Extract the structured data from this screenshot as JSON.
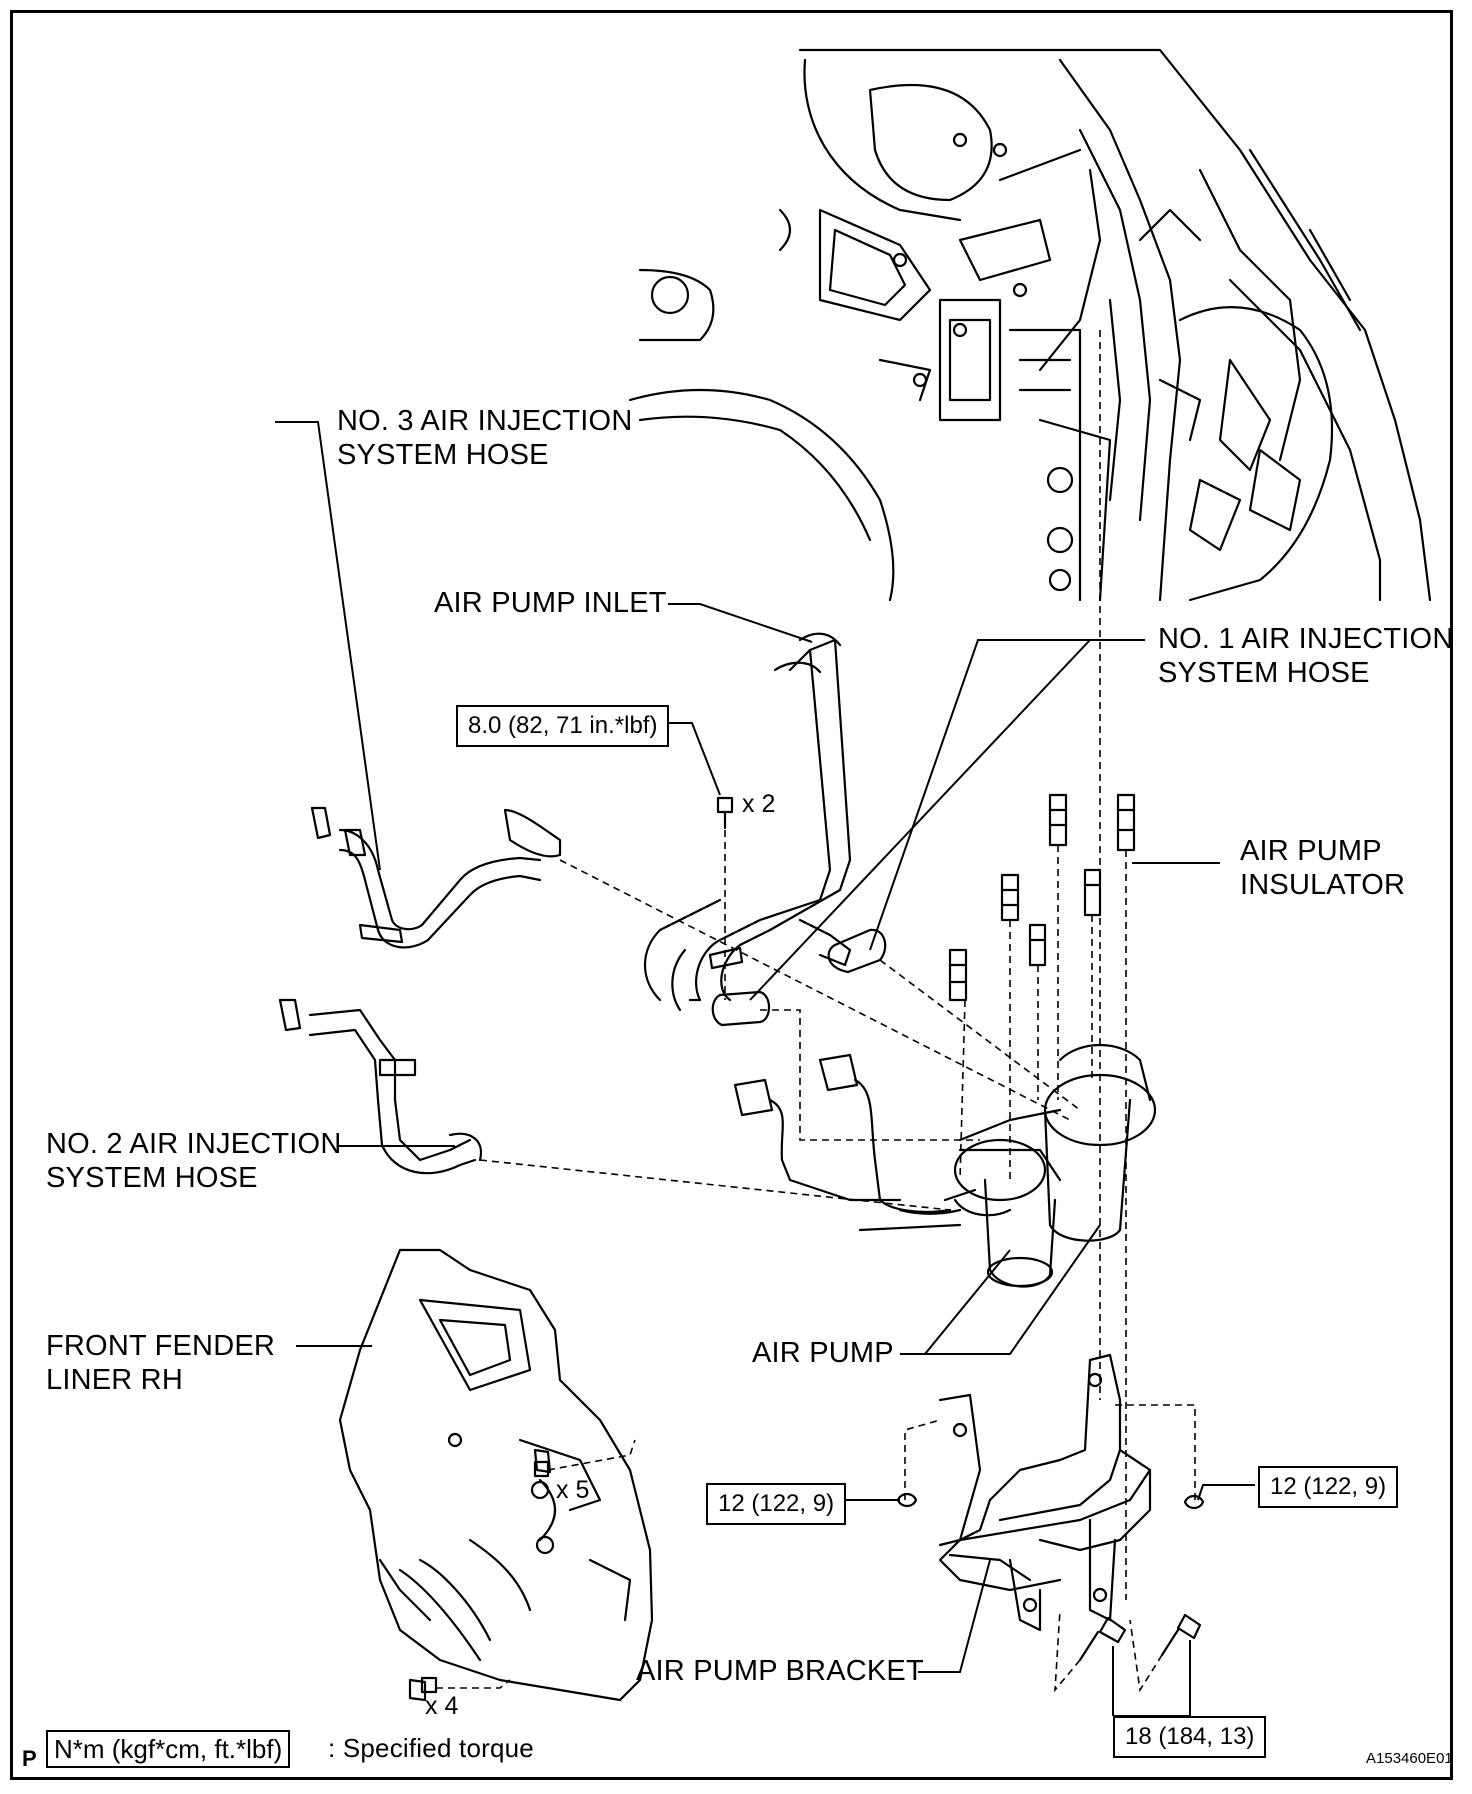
{
  "labels": {
    "no3_hose": [
      "NO. 3 AIR INJECTION",
      "SYSTEM HOSE"
    ],
    "air_pump_inlet": "AIR PUMP INLET",
    "no1_hose": [
      "NO. 1 AIR INJECTION",
      "SYSTEM HOSE"
    ],
    "air_pump_insulator": [
      "AIR PUMP",
      "INSULATOR"
    ],
    "no2_hose": [
      "NO. 2 AIR INJECTION",
      "SYSTEM HOSE"
    ],
    "front_fender_liner": [
      "FRONT FENDER",
      "LINER RH"
    ],
    "air_pump": "AIR PUMP",
    "air_pump_bracket": "AIR PUMP BRACKET"
  },
  "torques": {
    "inlet_bolt": "8.0 (82, 71 in.*lbf)",
    "bracket_nut_left": "12 (122, 9)",
    "bracket_nut_right": "12 (122, 9)",
    "bracket_bolts": "18 (184, 13)"
  },
  "quantities": {
    "inlet_bolts": "x 2",
    "liner_clips_upper": "x 5",
    "liner_clips_lower": "x 4"
  },
  "legend": {
    "unit_box": "N*m (kgf*cm, ft.*lbf)",
    "description": ": Specified torque"
  },
  "footer": {
    "corner_mark": "P",
    "figure_id": "A153460E01"
  }
}
